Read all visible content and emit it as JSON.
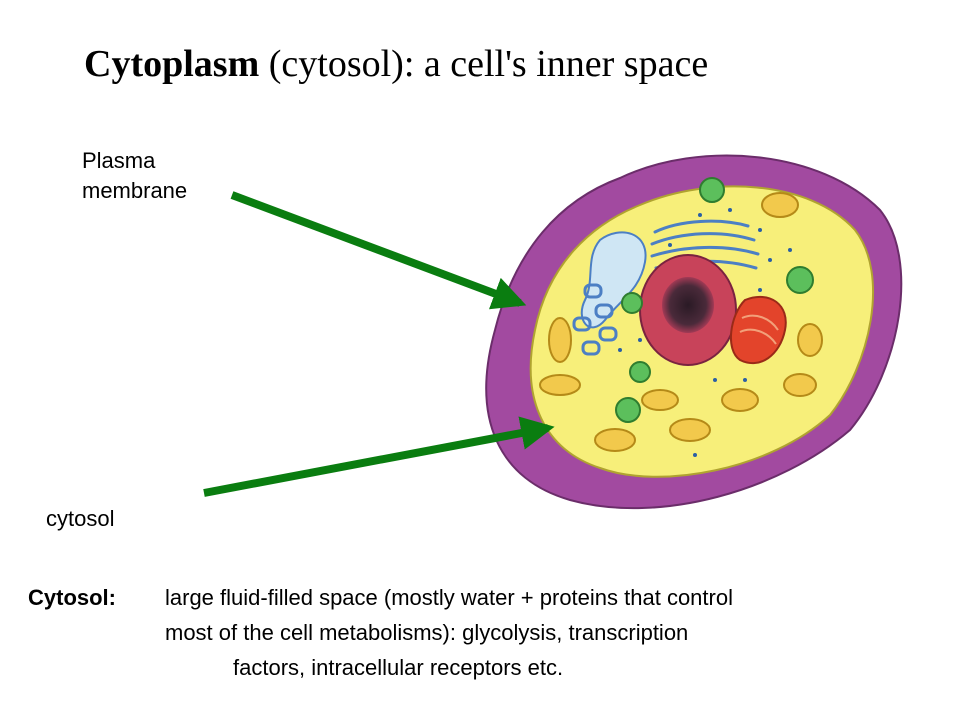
{
  "title": {
    "bold": "Cytoplasm",
    "rest": " (cytosol):  a cell's inner space"
  },
  "labels": {
    "plasma_membrane_line1": "Plasma",
    "plasma_membrane_line2": "membrane",
    "cytosol": "cytosol"
  },
  "description": {
    "term": "Cytosol:",
    "line1": "large fluid-filled space (mostly water + proteins that control",
    "line2": "most of the cell metabolisms): glycolysis, transcription",
    "line3": "factors, intracellular receptors etc."
  },
  "colors": {
    "arrow": "#0a7d10",
    "membrane": "#a24aa0",
    "cytosol": "#f7ef7a",
    "nucleus": "#c8435a",
    "nucleolus": "#3a2030",
    "mitochondria": "#f2c94c",
    "vesicles": "#5cbf5c",
    "golgi": "#4c7fc4",
    "er": "#e3442b"
  }
}
